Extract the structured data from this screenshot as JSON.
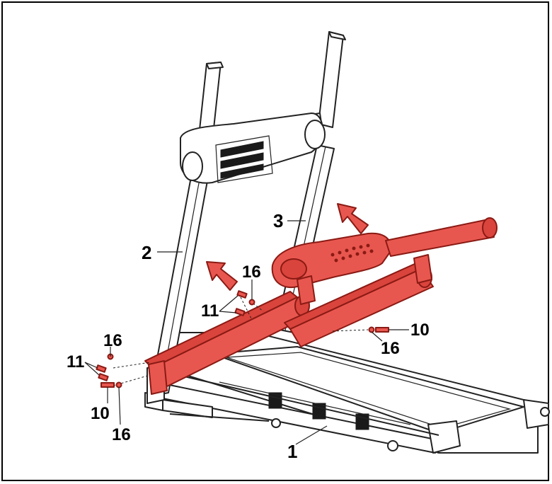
{
  "labels": {
    "part_1": "1",
    "part_2": "2",
    "part_3": "3",
    "bolt_10_left": "10",
    "bolt_10_right": "10",
    "washer_16_left_top": "16",
    "washer_16_left_bottom": "16",
    "washer_16_mid": "16",
    "washer_16_right": "16",
    "screw_11_left": "11",
    "screw_11_mid": "11"
  },
  "colors": {
    "highlight": "#e8574f",
    "line": "#222222",
    "background": "#ffffff"
  }
}
